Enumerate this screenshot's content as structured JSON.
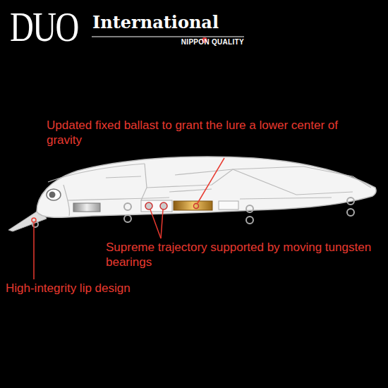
{
  "diagram": {
    "labels": [
      "DUO",
      "International",
      "NIPPON QUALITY",
      "Updated fixed ballast to grant the lure a lower center of gravity",
      "Supreme trajectory supported by moving tungsten bearings",
      "High-integrity lip design"
    ]
  }
}
